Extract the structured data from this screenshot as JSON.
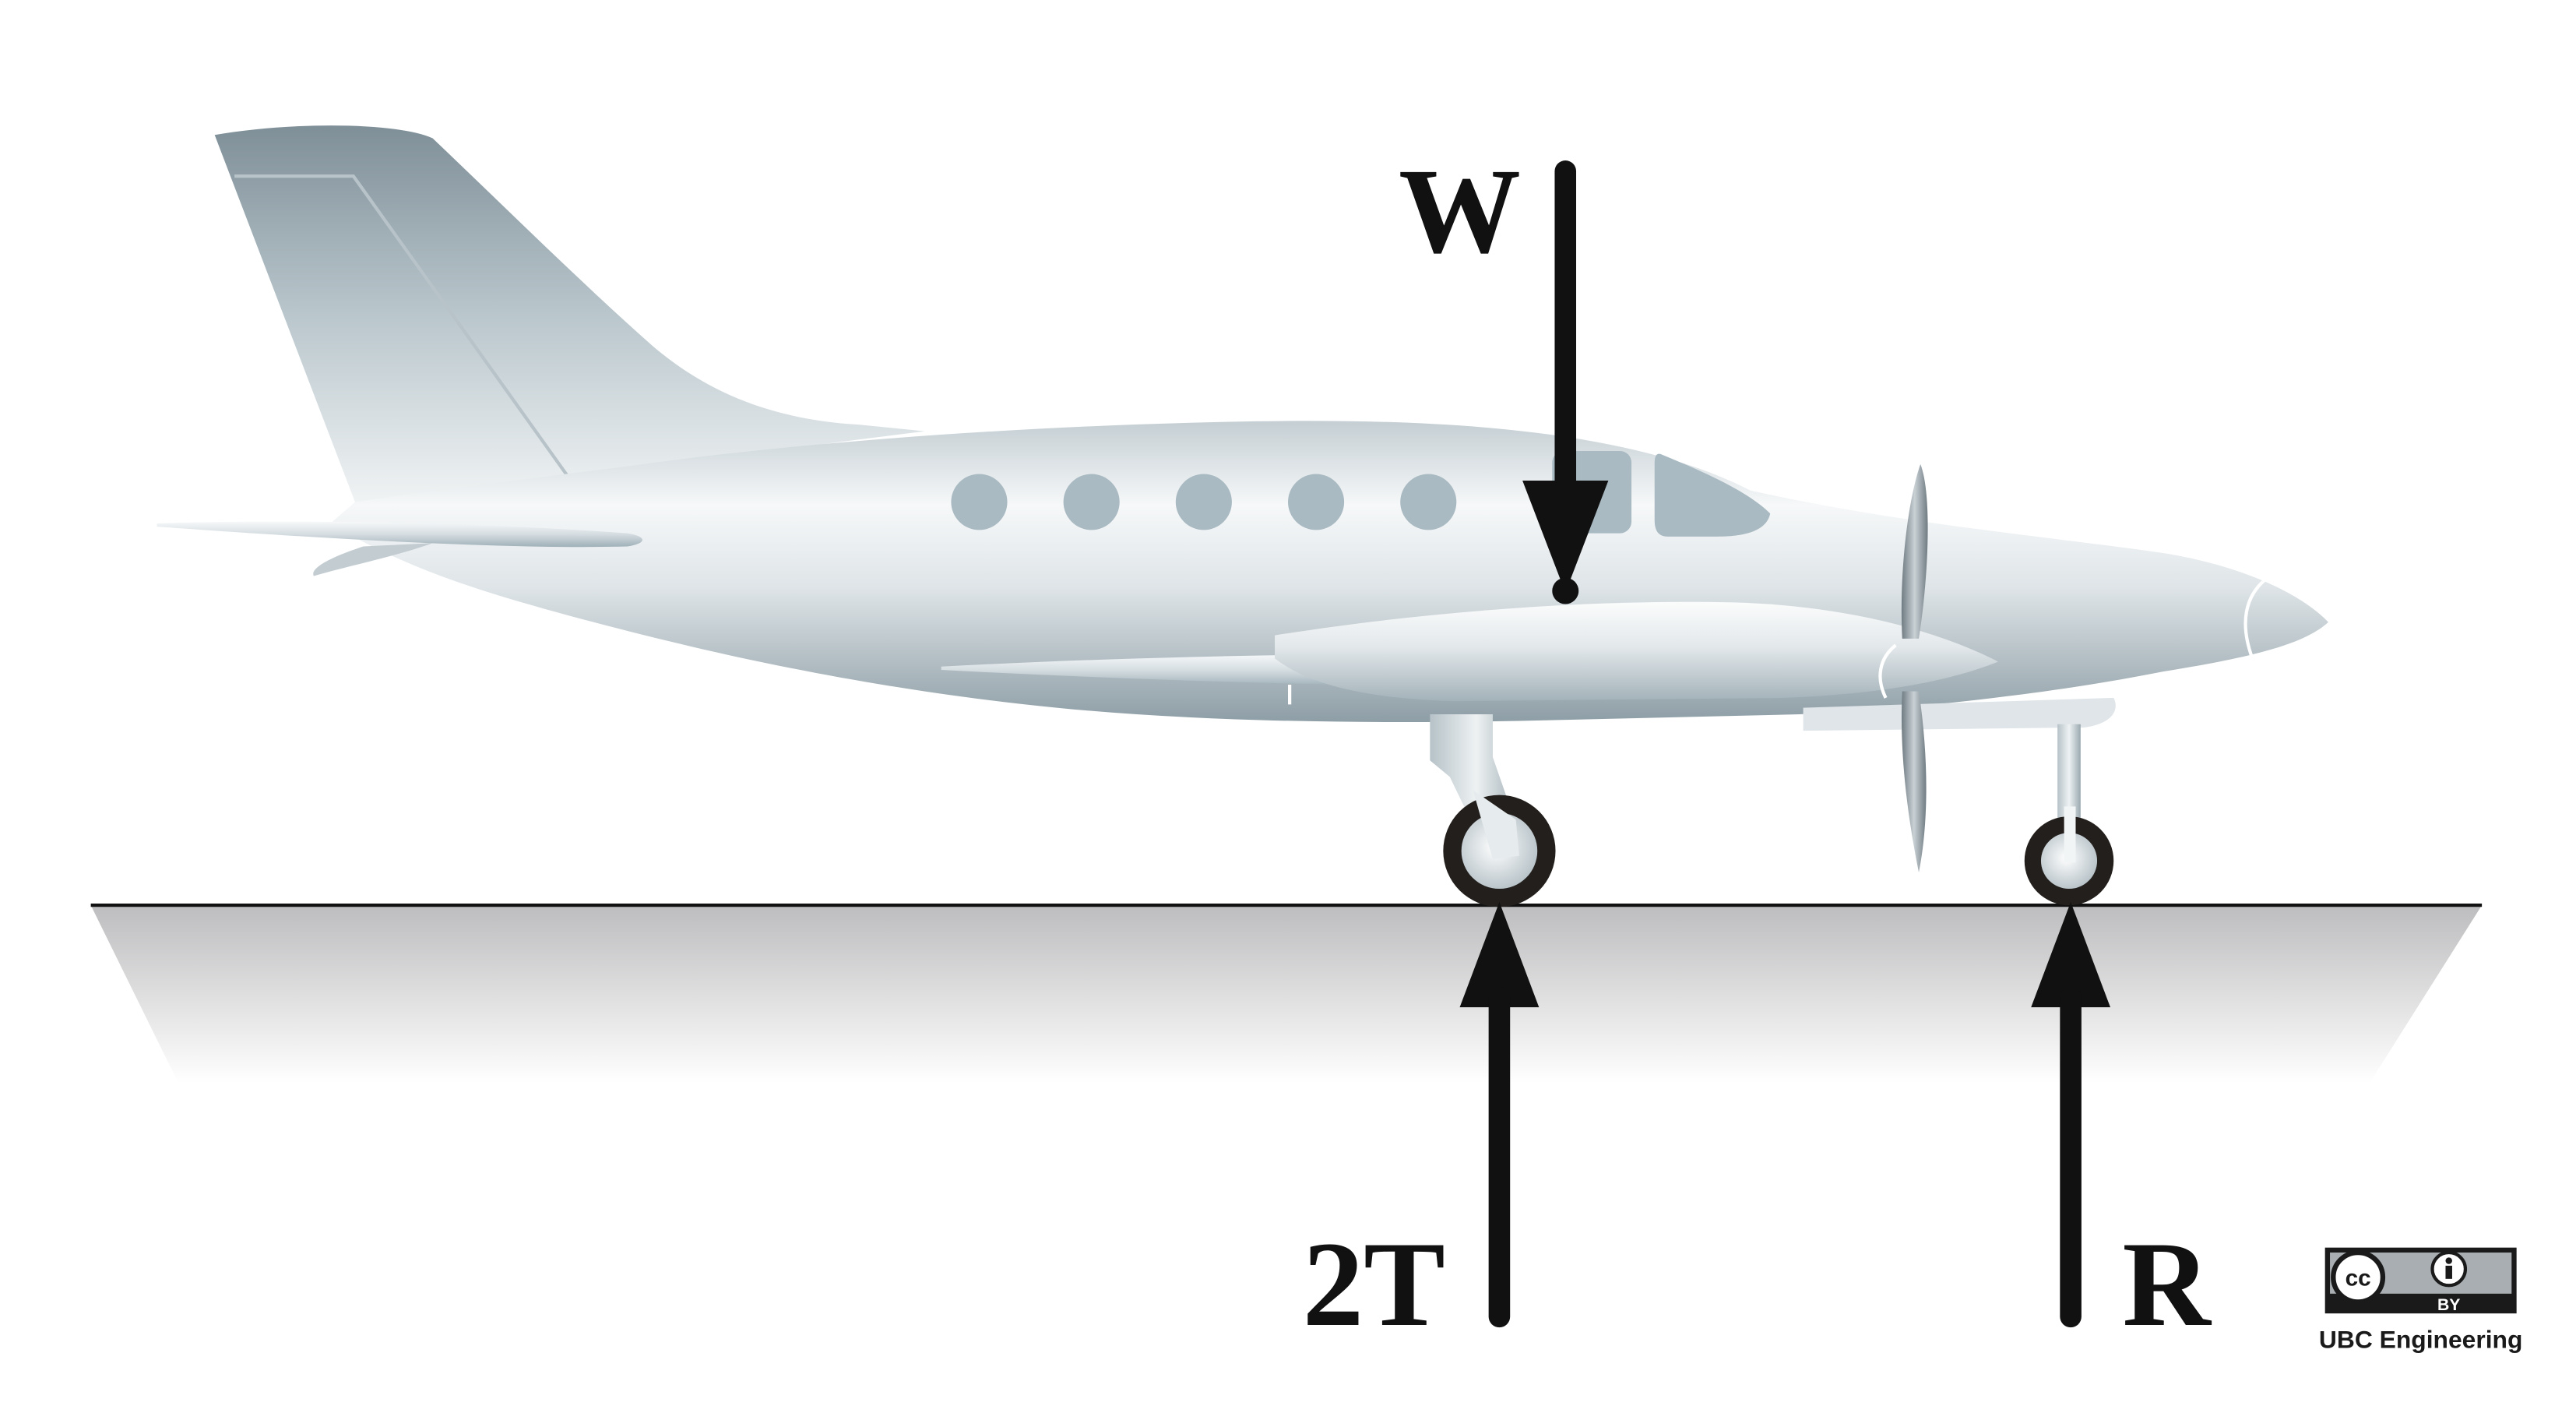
{
  "diagram": {
    "forces": {
      "weight": {
        "label": "W",
        "direction": "down"
      },
      "main_gear_reaction": {
        "label": "2T",
        "direction": "up"
      },
      "nose_gear_reaction": {
        "label": "R",
        "direction": "up"
      }
    },
    "credit": {
      "license_badge": {
        "cc_text": "cc",
        "by_text": "BY"
      },
      "attribution": "UBC Engineering"
    },
    "colors": {
      "arrow": "#111111",
      "ground_top": "#bdbdbf",
      "ground_bottom": "#ffffff",
      "fuselage_light": "#f4f6f7",
      "fuselage_dark": "#8e9ea6",
      "window": "#a9bac2",
      "tire": "#231f1c"
    }
  }
}
